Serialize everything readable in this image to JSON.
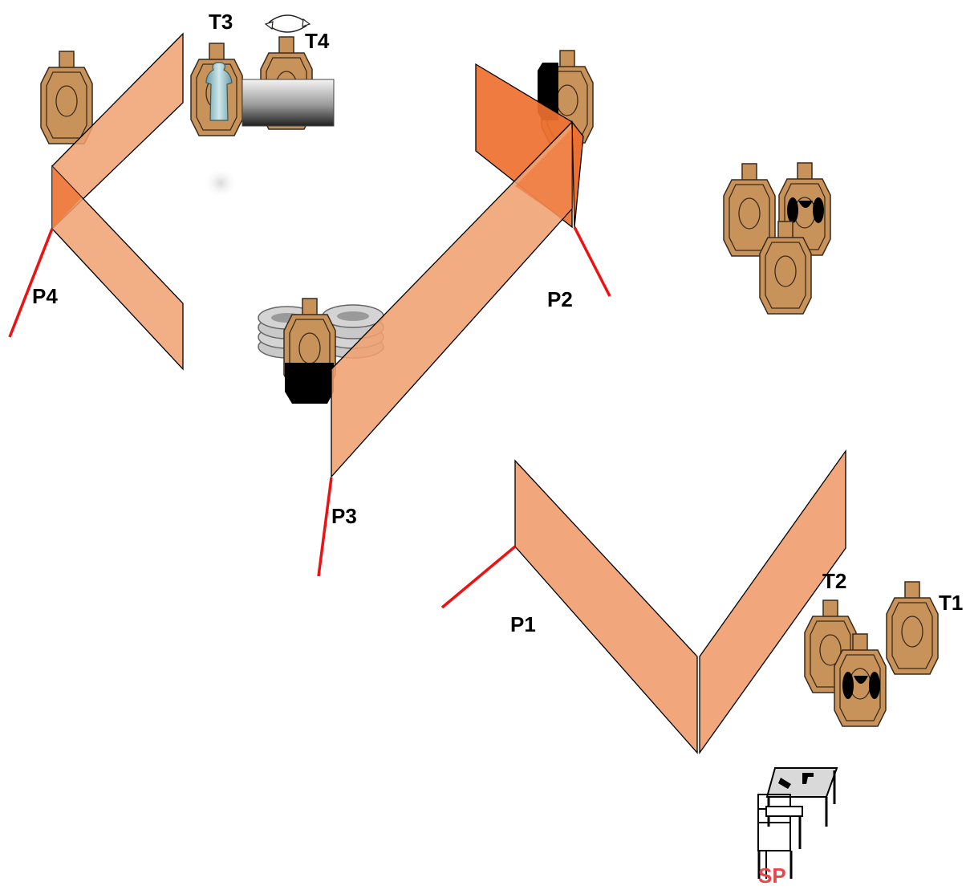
{
  "stage": {
    "labels": {
      "t1": "T1",
      "t2": "T2",
      "t3": "T3",
      "t4": "T4",
      "p1": "P1",
      "p2": "P2",
      "p3": "P3",
      "p4": "P4",
      "sp": "SP"
    }
  },
  "colors": {
    "wall": "#f0a070",
    "wall_dark": "#ee7030",
    "target": "#c8935a",
    "fault_line": "#ee1111",
    "start_label": "#e8474a"
  },
  "icons": [
    "turner-icon"
  ]
}
